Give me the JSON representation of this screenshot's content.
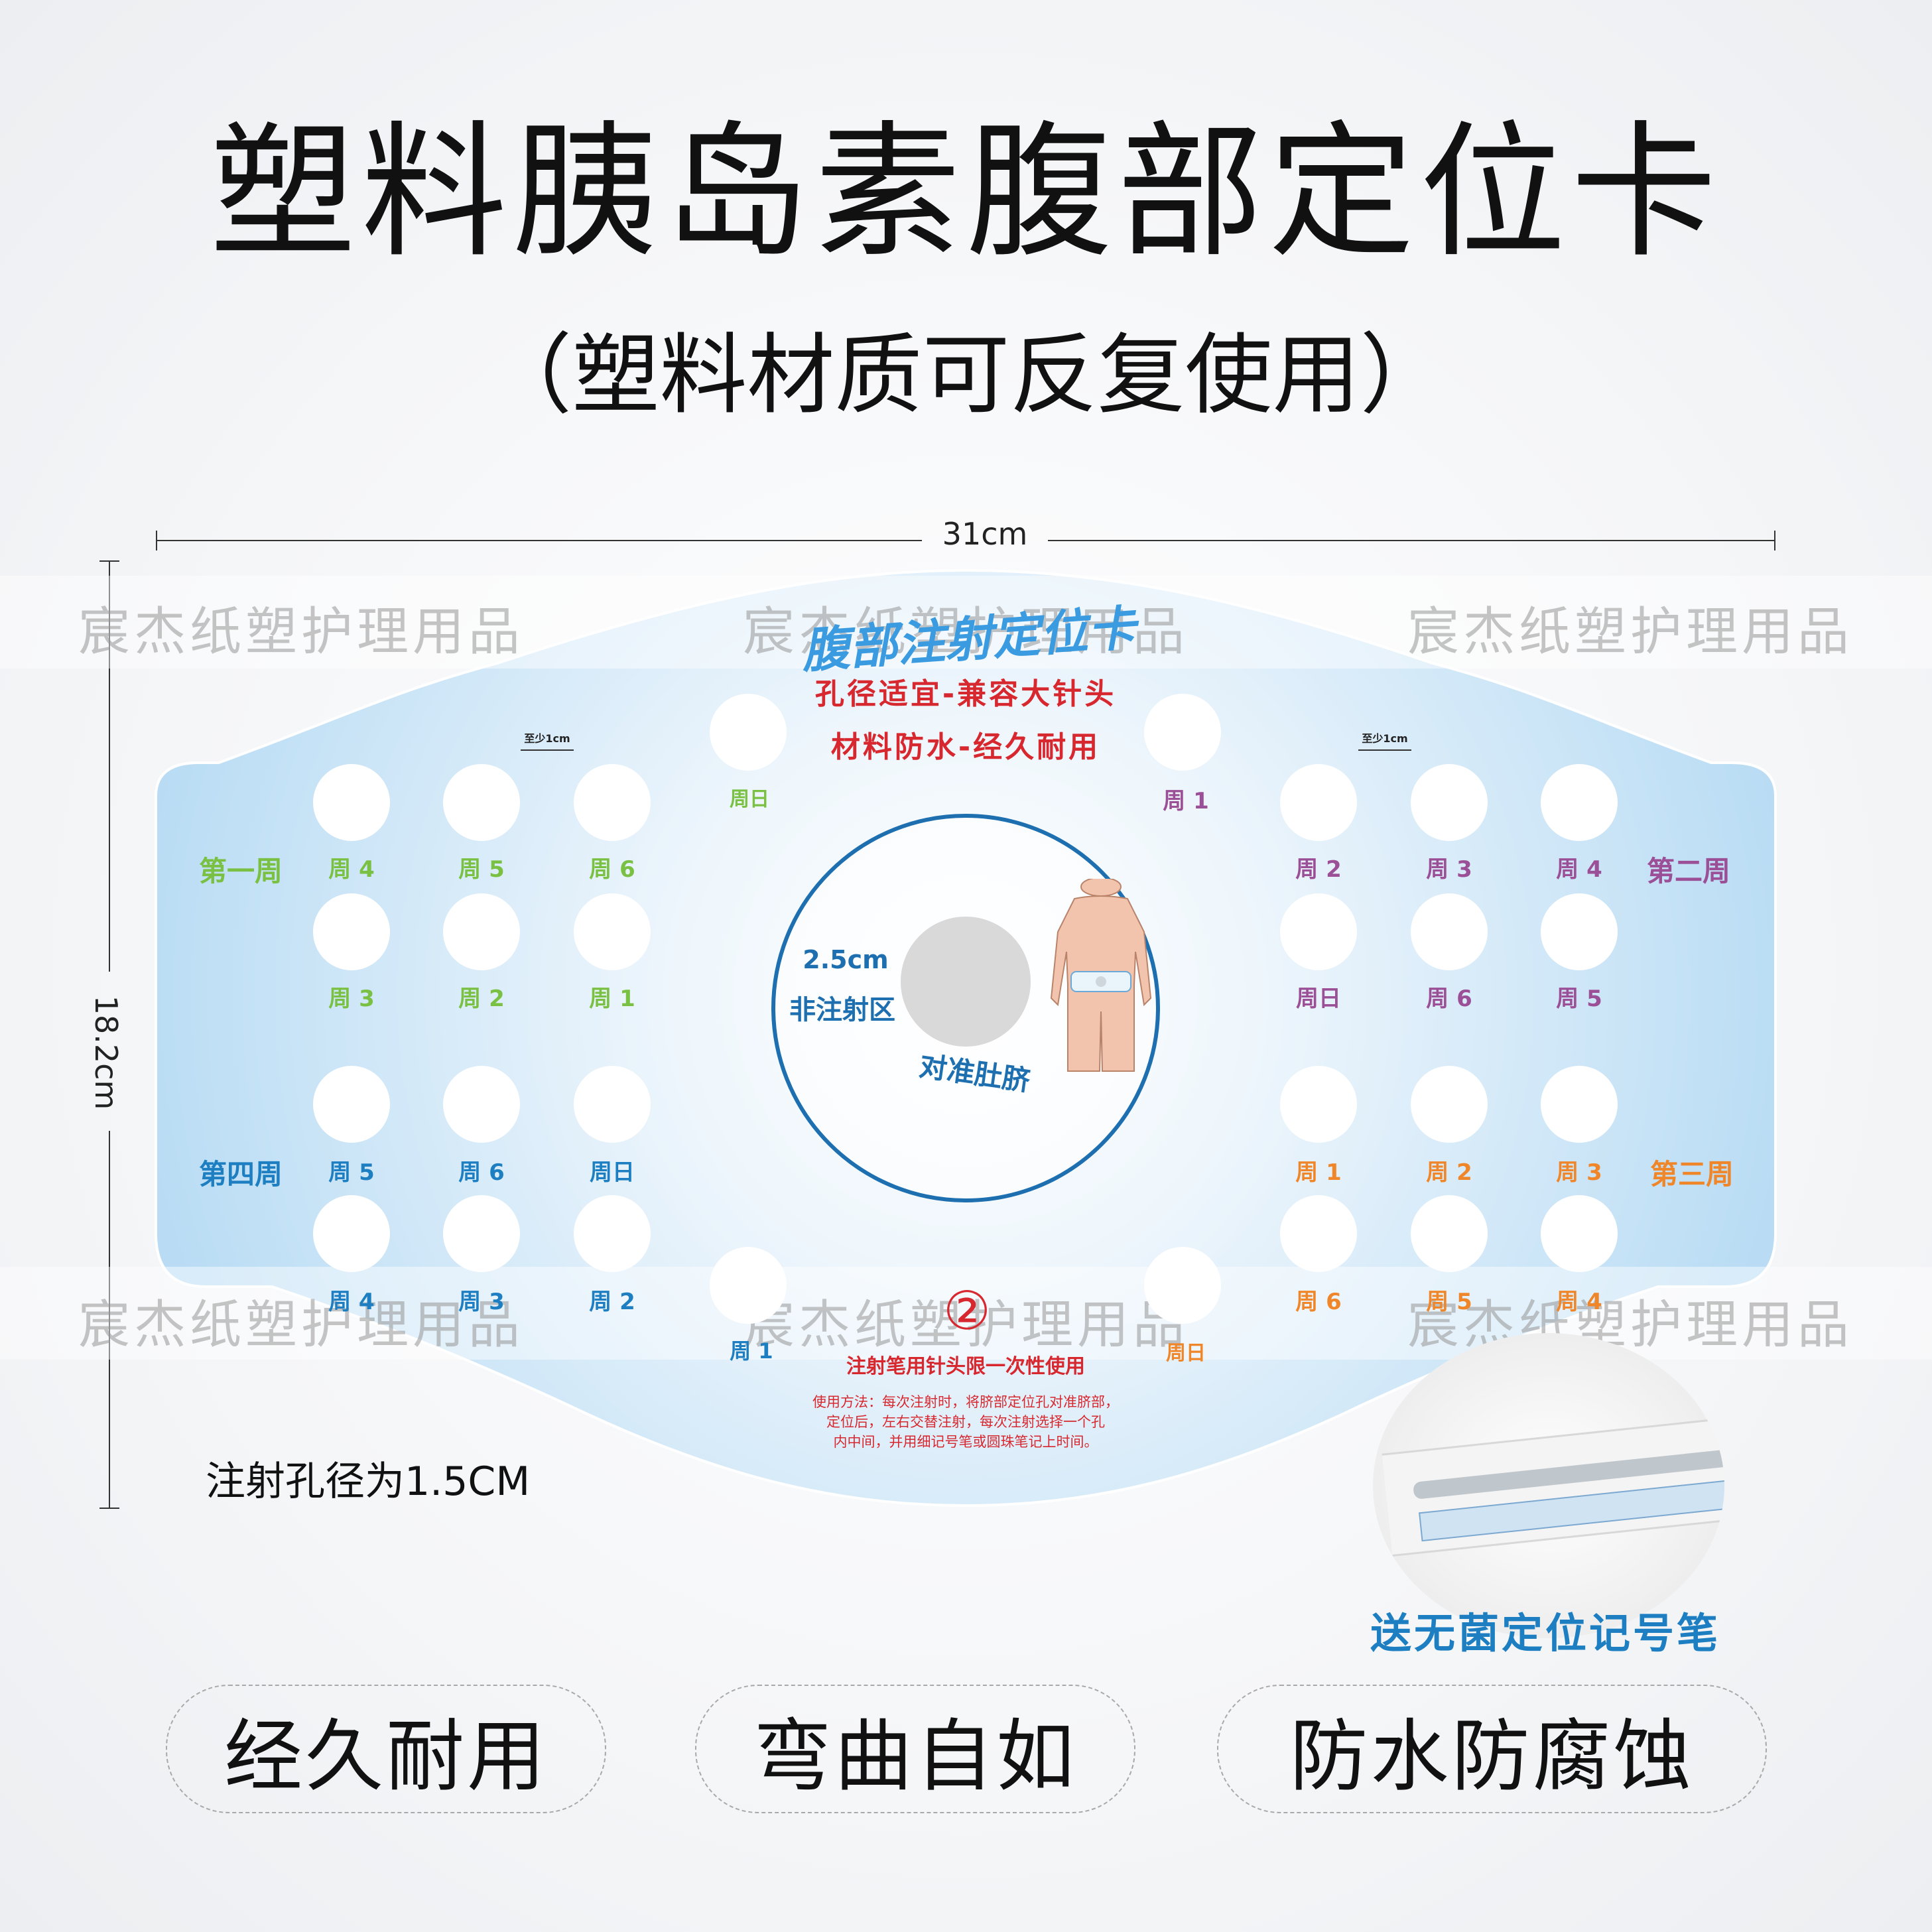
{
  "title": "塑料胰岛素腹部定位卡",
  "subtitle": "（塑料材质可反复使用）",
  "dimensions": {
    "width": "31cm",
    "height": "18.2cm"
  },
  "watermark": "宸杰纸塑护理用品",
  "card": {
    "heading": "腹部注射定位卡",
    "line1": "孔径适宜-兼容大针头",
    "line2": "材料防水-经久耐用",
    "center_size": "2.5cm",
    "non_injection": "非注射区",
    "align_navel": "对准肚脐",
    "spacing_note": "至少1cm",
    "single_use_icon": "②",
    "single_use": "注射笔用针头限一次性使用",
    "instructions": [
      "使用方法：每次注射时，将脐部定位孔对准脐部，",
      "定位后，左右交替注射，每次注射选择一个孔",
      "内中间，并用细记号笔或圆珠笔记上时间。"
    ],
    "weeks": {
      "w1": "第一周",
      "w2": "第二周",
      "w3": "第三周",
      "w4": "第四周"
    },
    "days": {
      "w1_row1": [
        "周 4",
        "周 5",
        "周 6"
      ],
      "w1_row2": [
        "周 3",
        "周 2",
        "周 1"
      ],
      "w4_row1": [
        "周 5",
        "周 6",
        "周日"
      ],
      "w4_row2": [
        "周 4",
        "周 3",
        "周 2"
      ],
      "w2_row1": [
        "周 2",
        "周 3",
        "周 4"
      ],
      "w2_row2": [
        "周日",
        "周 6",
        "周 5"
      ],
      "w3_row1": [
        "周 1",
        "周 2",
        "周 3"
      ],
      "w3_row2": [
        "周 6",
        "周 5",
        "周 4"
      ],
      "top_left": "周日",
      "top_right": "周 1",
      "bottom_left": "周 1",
      "bottom_right": "周日"
    }
  },
  "hole_note": "注射孔径为1.5CM",
  "pen_gift": "送无菌定位记号笔",
  "features": [
    "经久耐用",
    "弯曲自如",
    "防水防腐蚀"
  ],
  "colors": {
    "week1": "#7ac143",
    "week2": "#9b4f96",
    "week3": "#f0862a",
    "week4": "#1d7fc1",
    "card_blue": "#cde6f7",
    "heading_blue": "#3b9be0",
    "red": "#d7282f",
    "ring": "#1d6fb0"
  }
}
